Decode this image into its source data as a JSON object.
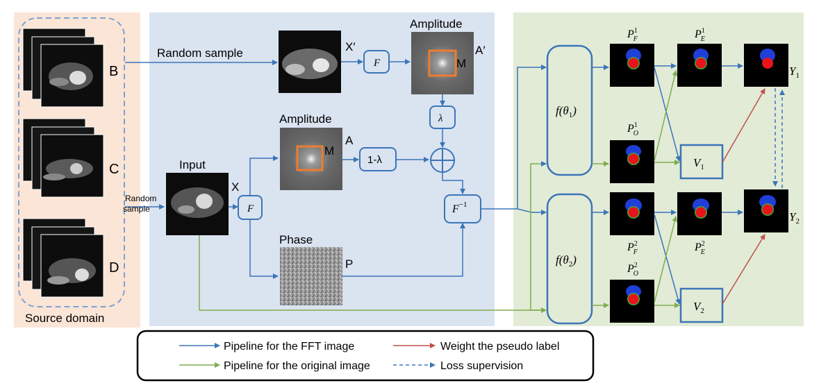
{
  "panels": {
    "source_domain_label": "Source domain",
    "domain_labels": [
      "B",
      "C",
      "D"
    ]
  },
  "labels": {
    "random_sample": "Random sample",
    "random_sample_small_1": "Random",
    "random_sample_small_2": "sample",
    "input": "Input",
    "x": "X",
    "x_prime": "X′",
    "amplitude_top": "Amplitude",
    "amplitude_mid": "Amplitude",
    "a": "A",
    "a_prime": "A′",
    "m": "M",
    "m2": "M",
    "phase": "Phase",
    "p": "P"
  },
  "ops": {
    "fourier": "F",
    "fourier2": "F",
    "inverse_base": "F",
    "inverse_sup": "−1",
    "lambda": "λ",
    "one_minus_lambda": "1-λ",
    "f_theta1": "f(θ",
    "f_theta1_sub": "1",
    "f_theta2": "f(θ",
    "f_theta2_sub": "2",
    "paren_close": ")",
    "paren_close2": ")"
  },
  "predictions": {
    "pf1": "P",
    "pf1_sup": "1",
    "pf1_sub": "F",
    "pe1": "P",
    "pe1_sup": "1",
    "pe1_sub": "E",
    "po1": "P",
    "po1_sup": "1",
    "po1_sub": "O",
    "pf2": "P",
    "pf2_sup": "2",
    "pf2_sub": "F",
    "pe2": "P",
    "pe2_sup": "2",
    "pe2_sub": "E",
    "po2": "P",
    "po2_sup": "2",
    "po2_sub": "O",
    "v1": "V",
    "v1_sub": "1",
    "v2": "V",
    "v2_sub": "2",
    "y1": "Y",
    "y1_sub": "1",
    "y2": "Y",
    "y2_sub": "2"
  },
  "legend": {
    "fft_pipeline": "Pipeline for the FFT image",
    "orig_pipeline": "Pipeline for the original image",
    "weight": "Weight the pseudo label",
    "loss": "Loss supervision"
  },
  "colors": {
    "source_bg": "#fbe5d6",
    "fft_bg": "#dae3f0",
    "model_bg": "#e2ebd6",
    "blue_arrow": "#3b75b8",
    "green_arrow": "#7fac4e",
    "red_arrow": "#c0504d",
    "mask_orange": "#ed7d31",
    "seg_blue": "#1f3fd8",
    "seg_red": "#e8141b",
    "seg_green": "#3caa3c"
  }
}
